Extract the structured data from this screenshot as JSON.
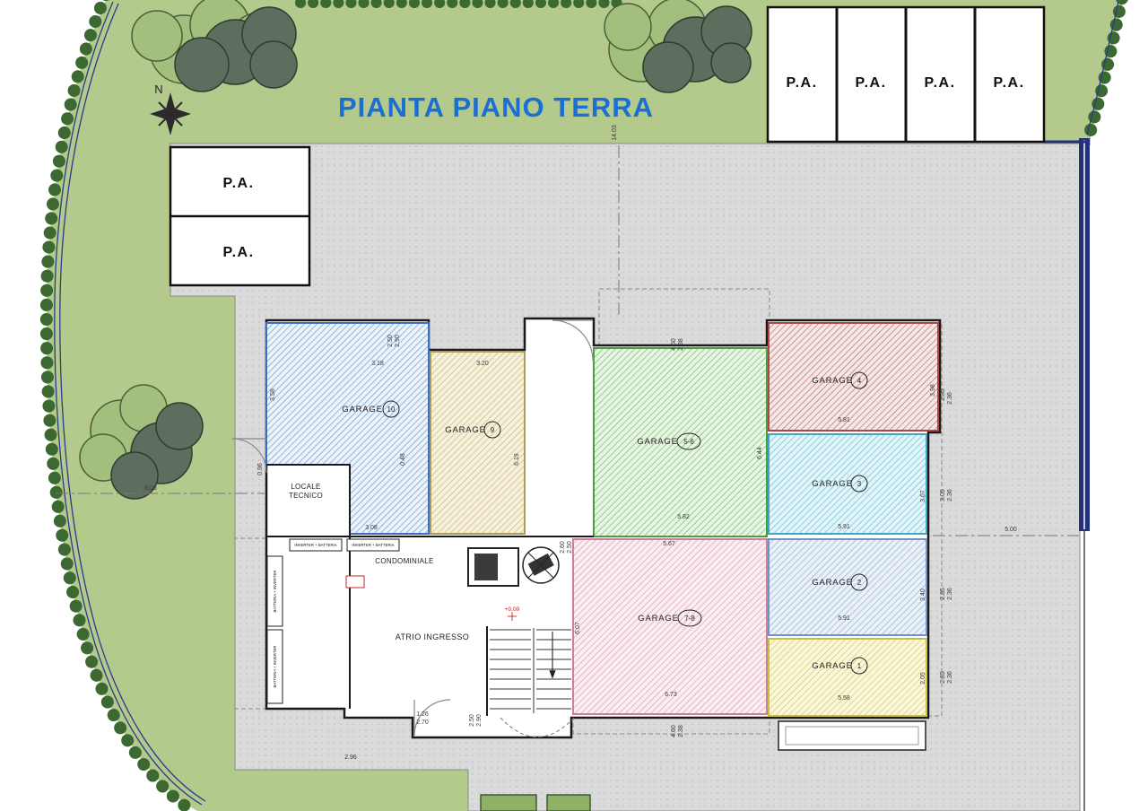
{
  "title": "PIANTA PIANO TERRA",
  "compass_north": "N",
  "parking": {
    "top": [
      "P.A.",
      "P.A.",
      "P.A.",
      "P.A."
    ],
    "left": [
      "P.A.",
      "P.A."
    ]
  },
  "garages": [
    {
      "name": "GARAGE",
      "num": "10"
    },
    {
      "name": "GARAGE",
      "num": "9"
    },
    {
      "name": "GARAGE",
      "num": "5-6"
    },
    {
      "name": "GARAGE",
      "num": "4"
    },
    {
      "name": "GARAGE",
      "num": "3"
    },
    {
      "name": "GARAGE",
      "num": "2"
    },
    {
      "name": "GARAGE",
      "num": "1"
    },
    {
      "name": "GARAGE",
      "num": "7-8"
    }
  ],
  "rooms": {
    "locale_tecnico_line1": "LOCALE",
    "locale_tecnico_line2": "TECNICO",
    "condominiale": "CONDOMINIALE",
    "atrio": "ATRIO INGRESSO",
    "level": "+0.00",
    "inverter_battery": "INVERTER + BATTERIA",
    "battery_inverter": "BATTERIA + INVERTER"
  },
  "dims": [
    "14.03",
    "8.06",
    "5.00",
    "3.18",
    "3.20",
    "3.58",
    "0.96",
    "0.48",
    "3.08",
    "6.19",
    "5.82",
    "6.44",
    "5.67",
    "6.07",
    "6.73",
    "5.81",
    "3.98",
    "5.91",
    "3.67",
    "5.91",
    "3.40",
    "5.58",
    "2.05",
    "2.85",
    "2.36",
    "3.05",
    "2.36",
    "2.85",
    "2.36",
    "2.85",
    "2.36",
    "4.60",
    "2.38",
    "4.60",
    "2.38",
    "1.26",
    "2.70",
    "2.50",
    "2.90",
    "2.96",
    "2.50",
    "2.90",
    "2.60",
    "2.50"
  ],
  "colors": {
    "title_blue": "#1b6fd3",
    "green_area": "#b4c98c",
    "hedge_green": "#3c6831",
    "boundary_navy": "#25307a",
    "paving_gray": "#dadada",
    "garage10_blue": "#3f6fbf",
    "garage9_tan": "#b09a4f",
    "garage56_green": "#4a9e3f",
    "garage4_red": "#a84848",
    "garage3_cyan": "#3aa8c4",
    "garage2_periwinkle": "#6f93c9",
    "garage1_yellow": "#c9c040",
    "garage78_pink": "#cc7f9e"
  }
}
